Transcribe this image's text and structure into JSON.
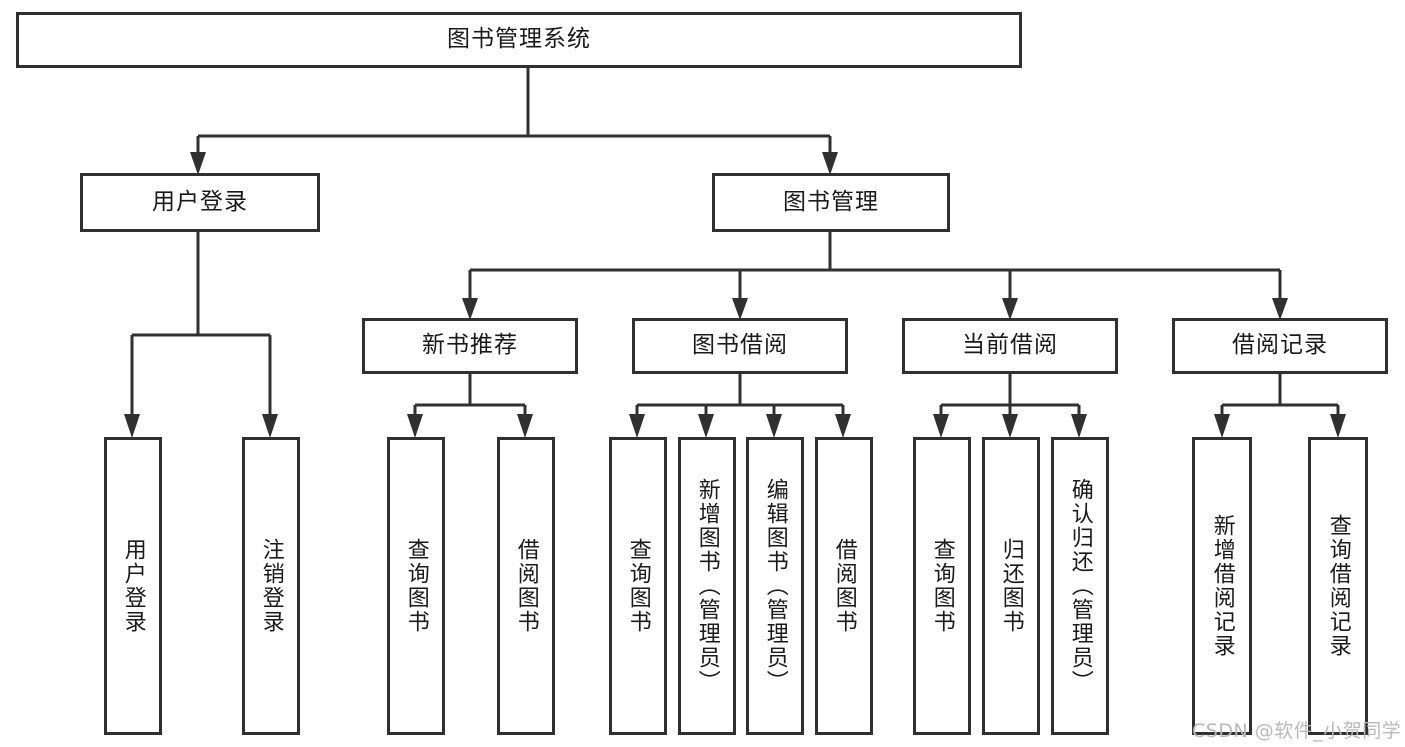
{
  "diagram": {
    "title": "图书管理系统",
    "type": "tree-hierarchy-chart",
    "root": {
      "label": "图书管理系统"
    },
    "level2": [
      {
        "label": "用户登录"
      },
      {
        "label": "图书管理"
      }
    ],
    "level3": [
      {
        "label": "新书推荐"
      },
      {
        "label": "图书借阅"
      },
      {
        "label": "当前借阅"
      },
      {
        "label": "借阅记录"
      }
    ],
    "leaves": {
      "user_login": [
        {
          "label": "用户登录"
        },
        {
          "label": "注销登录"
        }
      ],
      "new_book": [
        {
          "label": "查询图书"
        },
        {
          "label": "借阅图书"
        }
      ],
      "book_borrow": [
        {
          "label": "查询图书"
        },
        {
          "label": "新增图书（管理员）"
        },
        {
          "label": "编辑图书（管理员）"
        },
        {
          "label": "借阅图书"
        }
      ],
      "current_borrow": [
        {
          "label": "查询图书"
        },
        {
          "label": "归还图书"
        },
        {
          "label": "确认归还（管理员）"
        }
      ],
      "borrow_record": [
        {
          "label": "新增借阅记录"
        },
        {
          "label": "查询借阅记录"
        }
      ]
    }
  },
  "watermark": {
    "text": "CSDN @软件_小贺同学"
  },
  "colors": {
    "stroke": "#303030",
    "fill": "#ffffff",
    "text": "#1a1a1a",
    "watermark": "#b9b9b9"
  }
}
